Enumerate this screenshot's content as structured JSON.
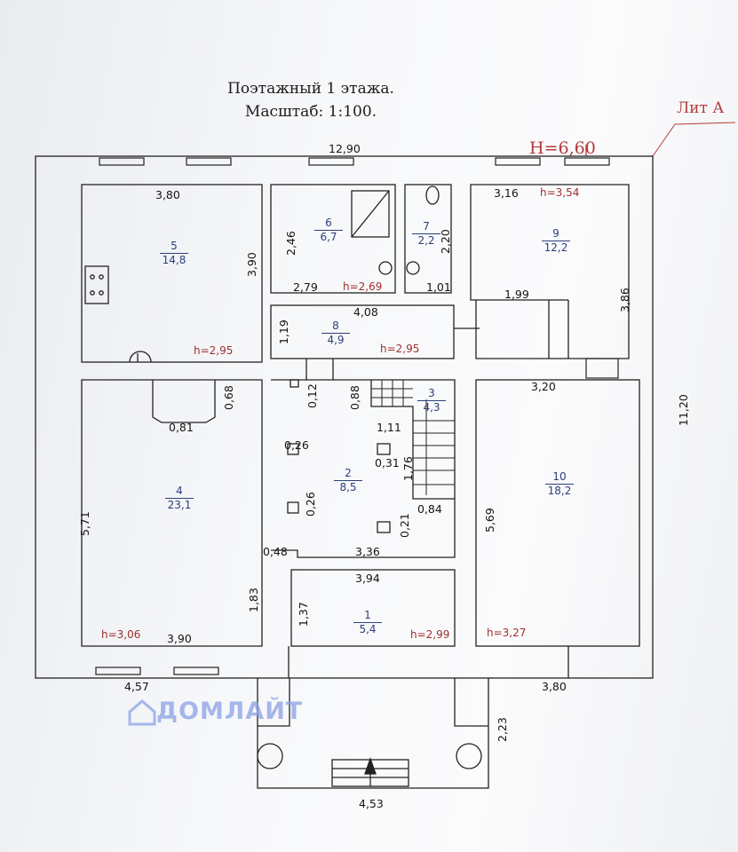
{
  "title": {
    "line1": "Поэтажный 1 этажа.",
    "line2": "Масштаб: 1:100."
  },
  "building": {
    "label": "Лит А",
    "total_height": "Н=6,60"
  },
  "watermark": {
    "text": "ДОМЛАЙТ"
  },
  "rooms": [
    {
      "id": "room-1",
      "number": "1",
      "area": "5,4"
    },
    {
      "id": "room-2",
      "number": "2",
      "area": "8,5"
    },
    {
      "id": "room-3",
      "number": "3",
      "area": "4,3"
    },
    {
      "id": "room-4",
      "number": "4",
      "area": "23,1"
    },
    {
      "id": "room-5",
      "number": "5",
      "area": "14,8"
    },
    {
      "id": "room-6",
      "number": "6",
      "area": "6,7"
    },
    {
      "id": "room-7",
      "number": "7",
      "area": "2,2"
    },
    {
      "id": "room-8",
      "number": "8",
      "area": "4,9"
    },
    {
      "id": "room-9",
      "number": "9",
      "area": "12,2"
    },
    {
      "id": "room-10",
      "number": "10",
      "area": "18,2"
    }
  ],
  "heights": {
    "room5": "h=2,95",
    "room6": "h=2,69",
    "room8": "h=2,95",
    "room9": "h=3,54",
    "room4": "h=3,06",
    "room1": "h=2,99",
    "room10": "h=3,27"
  },
  "dimensions": {
    "outer_width": "12,90",
    "outer_depth": "11,20",
    "room5_width": "3,80",
    "room5_depth": "3,90",
    "room6_depth": "2,46",
    "room6_width": "2,79",
    "room7_depth": "2,20",
    "room7_width": "1,01",
    "room9_width": "3,16",
    "room9_depth": "3,86",
    "room9_partition": "1,99",
    "room8_width": "4,08",
    "room8_depth": "1,19",
    "room10_width": "3,20",
    "room10_depth": "5,69",
    "room4_depth": "5,71",
    "room4_width": "3,90",
    "chimney_depth": "0,68",
    "chimney_width": "0,81",
    "col_a": "0,12",
    "col_b": "0,26",
    "col_c": "0,26",
    "col_d": "0,31",
    "col_e": "0,21",
    "stair_top": "0,88",
    "stair_landing": "1,11",
    "stair_length": "1,76",
    "stair_bottom": "0,84",
    "hall_offset": "0,48",
    "hall_width": "3,36",
    "room1_width": "3,94",
    "room1_depth": "1,37",
    "room4_notch": "1,83",
    "front_left": "4,57",
    "front_right": "3,80",
    "porch_depth": "2,23",
    "porch_width": "4,53"
  }
}
